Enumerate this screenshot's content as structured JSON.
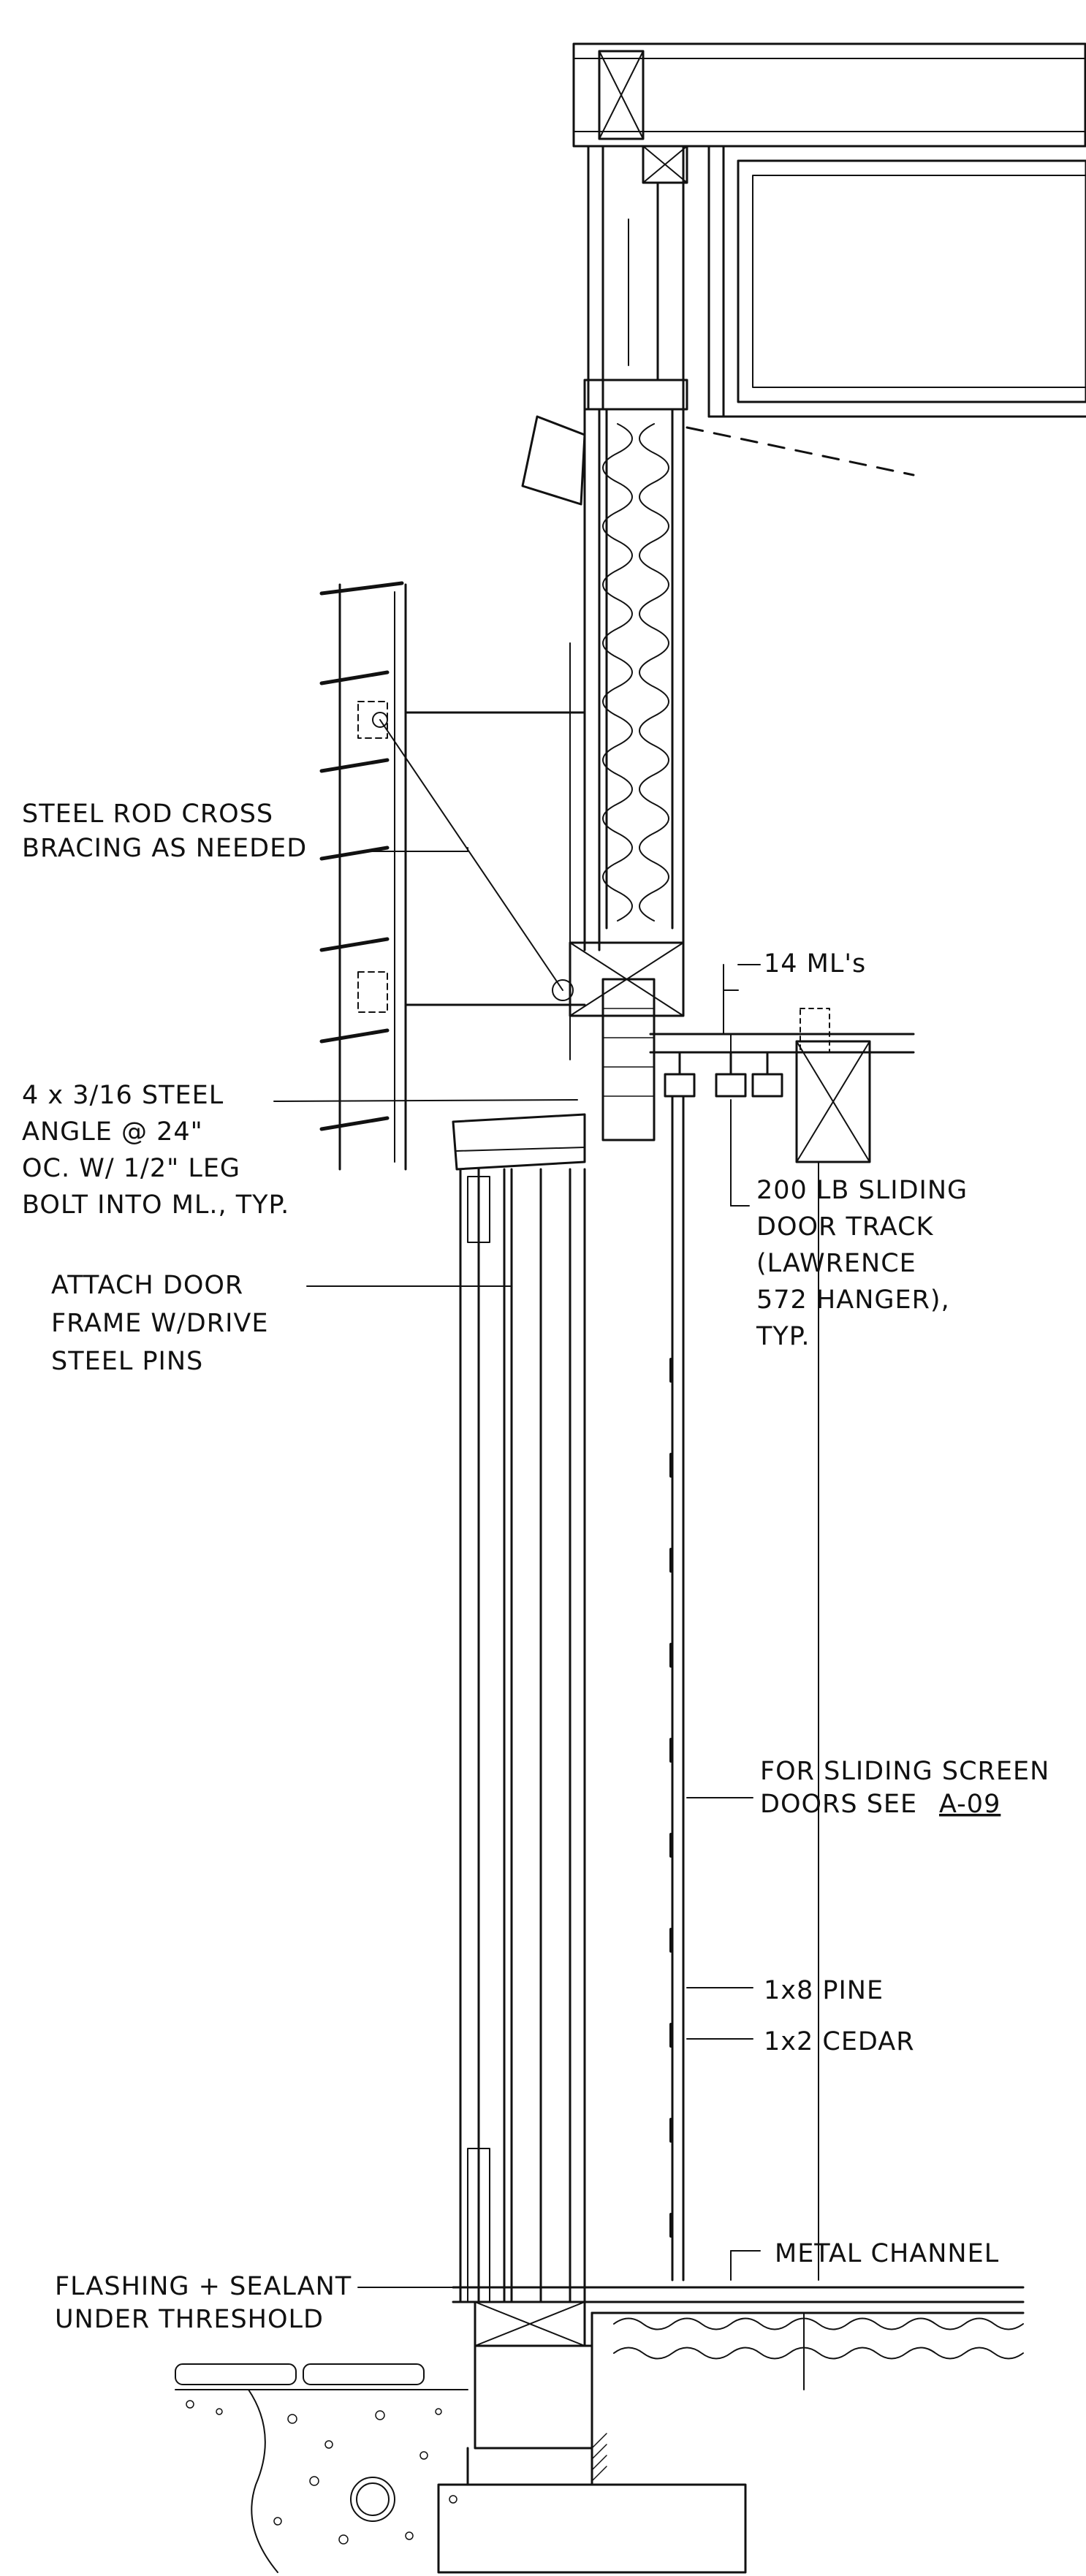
{
  "annotations": {
    "steel_rod": [
      "STEEL ROD CROSS",
      "BRACING AS NEEDED"
    ],
    "steel_angle": [
      "4 x 3/16 STEEL",
      "ANGLE @ 24\"",
      "OC. W/ 1/2\" LEG",
      "BOLT INTO ML., TYP."
    ],
    "attach_door": [
      "ATTACH DOOR",
      "FRAME W/DRIVE",
      "STEEL PINS"
    ],
    "ml_count": "14 ML's",
    "door_track": [
      "200 LB SLIDING",
      "DOOR TRACK",
      "(LAWRENCE",
      "572 HANGER),",
      "TYP."
    ],
    "sliding_screen": [
      "FOR SLIDING SCREEN",
      "DOORS SEE"
    ],
    "sheet_ref": "A-09",
    "pine": "1x8 PINE",
    "cedar": "1x2 CEDAR",
    "metal_channel": "METAL CHANNEL",
    "flashing": [
      "FLASHING + SEALANT",
      "UNDER THRESHOLD"
    ]
  },
  "icons": {
    "drain": "drain-pipe-circle",
    "insulation": "batt-insulation-squiggle",
    "blocking": "cross-braced-blocking"
  }
}
